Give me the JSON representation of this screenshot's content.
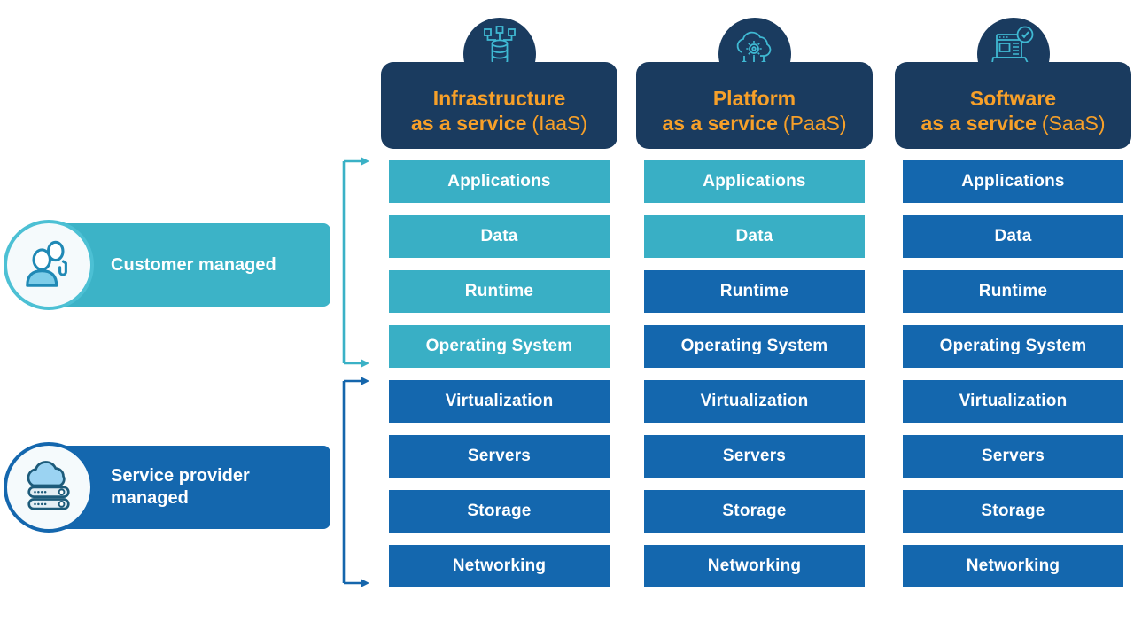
{
  "legend": {
    "customer": {
      "label": "Customer managed",
      "icon": "users-icon",
      "color": "#3CB3C7"
    },
    "provider": {
      "label": "Service provider managed",
      "label_line1": "Service provider",
      "label_line2": "managed",
      "icon": "cloud-servers-icon",
      "color": "#1467AE"
    }
  },
  "columns": [
    {
      "id": "iaas",
      "icon": "database-network-icon",
      "title_line1": "Infrastructure",
      "title_line2": "as a service",
      "title_abbrev": "(IaaS)",
      "rows": [
        {
          "label": "Applications",
          "managed": "customer"
        },
        {
          "label": "Data",
          "managed": "customer"
        },
        {
          "label": "Runtime",
          "managed": "customer"
        },
        {
          "label": "Operating System",
          "managed": "customer"
        },
        {
          "label": "Virtualization",
          "managed": "provider"
        },
        {
          "label": "Servers",
          "managed": "provider"
        },
        {
          "label": "Storage",
          "managed": "provider"
        },
        {
          "label": "Networking",
          "managed": "provider"
        }
      ]
    },
    {
      "id": "paas",
      "icon": "cloud-gear-icon",
      "title_line1": "Platform",
      "title_line2": "as a service",
      "title_abbrev": "(PaaS)",
      "rows": [
        {
          "label": "Applications",
          "managed": "customer"
        },
        {
          "label": "Data",
          "managed": "customer"
        },
        {
          "label": "Runtime",
          "managed": "provider"
        },
        {
          "label": "Operating System",
          "managed": "provider"
        },
        {
          "label": "Virtualization",
          "managed": "provider"
        },
        {
          "label": "Servers",
          "managed": "provider"
        },
        {
          "label": "Storage",
          "managed": "provider"
        },
        {
          "label": "Networking",
          "managed": "provider"
        }
      ]
    },
    {
      "id": "saas",
      "icon": "browser-check-icon",
      "title_line1": "Software",
      "title_line2": "as a service",
      "title_abbrev": "(SaaS)",
      "rows": [
        {
          "label": "Applications",
          "managed": "provider"
        },
        {
          "label": "Data",
          "managed": "provider"
        },
        {
          "label": "Runtime",
          "managed": "provider"
        },
        {
          "label": "Operating System",
          "managed": "provider"
        },
        {
          "label": "Virtualization",
          "managed": "provider"
        },
        {
          "label": "Servers",
          "managed": "provider"
        },
        {
          "label": "Storage",
          "managed": "provider"
        },
        {
          "label": "Networking",
          "managed": "provider"
        }
      ]
    }
  ],
  "colors": {
    "navy": "#1A3B5F",
    "teal": "#39AFC5",
    "blue": "#1467AE",
    "orange": "#F7A029",
    "row_text": "#FFFFFF",
    "icon_line_teal": "#3FB9D3"
  }
}
